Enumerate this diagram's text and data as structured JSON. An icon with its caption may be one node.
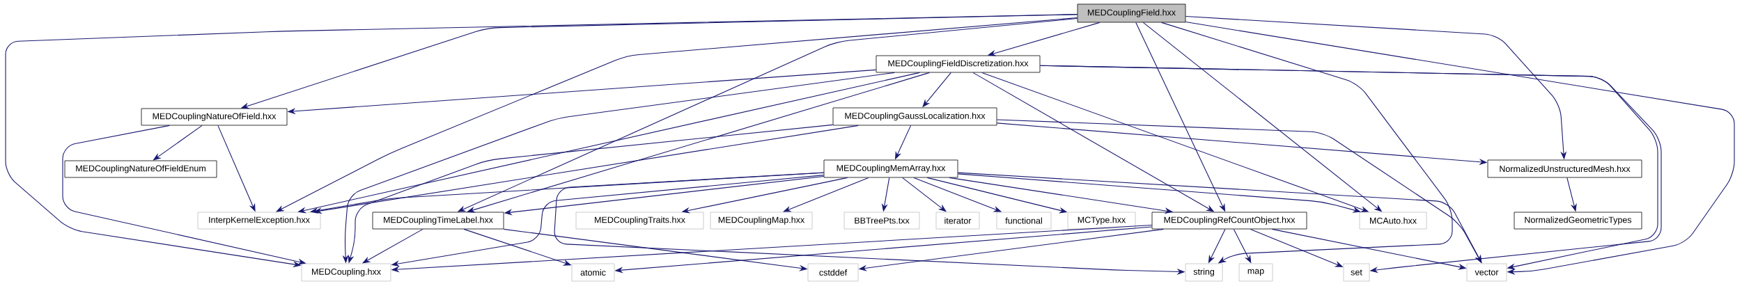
{
  "diagram": {
    "nodes": [
      {
        "text": [
          "MEDCouplingField.hxx"
        ]
      },
      {
        "text": [
          "MEDCouplingFieldDiscretization.hxx"
        ]
      },
      {
        "text": [
          "MEDCouplingNatureOfField.hxx"
        ]
      },
      {
        "text": [
          "MEDCouplingGaussLocalization.hxx"
        ]
      },
      {
        "text": [
          "MEDCouplingNatureOfFieldEnum"
        ]
      },
      {
        "text": [
          "MEDCouplingMemArray.hxx"
        ]
      },
      {
        "text": [
          "NormalizedUnstructuredMesh.hxx"
        ]
      },
      {
        "text": [
          "InterpKernelException.hxx"
        ]
      },
      {
        "text": [
          "MEDCouplingTimeLabel.hxx"
        ]
      },
      {
        "text": [
          "MEDCouplingTraits.hxx"
        ]
      },
      {
        "text": [
          "MEDCouplingMap.hxx"
        ]
      },
      {
        "text": [
          "BBTreePts.txx"
        ]
      },
      {
        "text": [
          "iterator"
        ]
      },
      {
        "text": [
          "functional"
        ]
      },
      {
        "text": [
          "MCType.hxx"
        ]
      },
      {
        "text": [
          "MEDCouplingRefCountObject.hxx"
        ]
      },
      {
        "text": [
          "MCAuto.hxx"
        ]
      },
      {
        "text": [
          "NormalizedGeometricTypes"
        ]
      },
      {
        "text": [
          "MEDCoupling.hxx"
        ]
      },
      {
        "text": [
          "atomic"
        ]
      },
      {
        "text": [
          "cstddef"
        ]
      },
      {
        "text": [
          "string"
        ]
      },
      {
        "text": [
          "map"
        ]
      },
      {
        "text": [
          "set"
        ]
      },
      {
        "text": [
          "vector"
        ]
      }
    ],
    "edges": [
      {
        "from": 0,
        "to": 18,
        "arrow": "to"
      },
      {
        "from": 0,
        "to": 2,
        "arrow": "to"
      },
      {
        "from": 0,
        "to": 7,
        "arrow": "to"
      },
      {
        "from": 0,
        "to": 8,
        "arrow": "to"
      },
      {
        "from": 0,
        "to": 1,
        "arrow": "to"
      },
      {
        "from": 0,
        "to": 15,
        "arrow": "to"
      },
      {
        "from": 0,
        "to": 16,
        "arrow": "to"
      },
      {
        "from": 0,
        "to": 6,
        "arrow": "to"
      },
      {
        "from": 0,
        "to": 21,
        "arrow": "to"
      },
      {
        "from": 0,
        "to": 24,
        "arrow": "to"
      },
      {
        "from": 1,
        "to": 2,
        "arrow": "to"
      },
      {
        "from": 1,
        "to": 7,
        "arrow": "to"
      },
      {
        "from": 1,
        "to": 8,
        "arrow": "to"
      },
      {
        "from": 1,
        "to": 18,
        "arrow": "to"
      },
      {
        "from": 1,
        "to": 3,
        "arrow": "to"
      },
      {
        "from": 1,
        "to": 15,
        "arrow": "to"
      },
      {
        "from": 1,
        "to": 16,
        "arrow": "to"
      },
      {
        "from": 1,
        "to": 23,
        "arrow": "to"
      },
      {
        "from": 1,
        "to": 24,
        "arrow": "to"
      },
      {
        "from": 2,
        "to": 4,
        "arrow": "to"
      },
      {
        "from": 2,
        "to": 7,
        "arrow": "to"
      },
      {
        "from": 2,
        "to": 18,
        "arrow": "to"
      },
      {
        "from": 3,
        "to": 5,
        "arrow": "to"
      },
      {
        "from": 3,
        "to": 7,
        "arrow": "to"
      },
      {
        "from": 3,
        "to": 18,
        "arrow": "to"
      },
      {
        "from": 3,
        "to": 6,
        "arrow": "to"
      },
      {
        "from": 3,
        "to": 24,
        "arrow": "to"
      },
      {
        "from": 5,
        "to": 7,
        "arrow": "to"
      },
      {
        "from": 5,
        "to": 8,
        "arrow": "to"
      },
      {
        "from": 5,
        "to": 9,
        "arrow": "to"
      },
      {
        "from": 5,
        "to": 10,
        "arrow": "to"
      },
      {
        "from": 5,
        "to": 11,
        "arrow": "to"
      },
      {
        "from": 5,
        "to": 12,
        "arrow": "to"
      },
      {
        "from": 5,
        "to": 13,
        "arrow": "to"
      },
      {
        "from": 5,
        "to": 14,
        "arrow": "to"
      },
      {
        "from": 5,
        "to": 15,
        "arrow": "to"
      },
      {
        "from": 5,
        "to": 16,
        "arrow": "to"
      },
      {
        "from": 5,
        "to": 18,
        "arrow": "to"
      },
      {
        "from": 5,
        "to": 21,
        "arrow": "to"
      },
      {
        "from": 5,
        "to": 24,
        "arrow": "to"
      },
      {
        "from": 6,
        "to": 17,
        "arrow": "to"
      },
      {
        "from": 8,
        "to": 18,
        "arrow": "to"
      },
      {
        "from": 8,
        "to": 19,
        "arrow": "to"
      },
      {
        "from": 8,
        "to": 20,
        "arrow": "to"
      },
      {
        "from": 15,
        "to": 18,
        "arrow": "to"
      },
      {
        "from": 15,
        "to": 19,
        "arrow": "to"
      },
      {
        "from": 15,
        "to": 20,
        "arrow": "to"
      },
      {
        "from": 15,
        "to": 21,
        "arrow": "to"
      },
      {
        "from": 15,
        "to": 22,
        "arrow": "to"
      },
      {
        "from": 15,
        "to": 23,
        "arrow": "to"
      },
      {
        "from": 15,
        "to": 24,
        "arrow": "to"
      }
    ]
  }
}
